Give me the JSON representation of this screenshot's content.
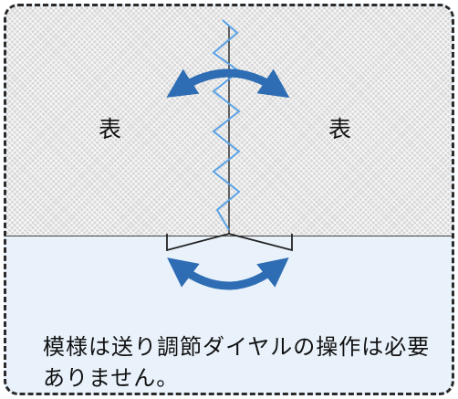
{
  "labels": {
    "left": "表",
    "right": "表"
  },
  "note": "模様は送り調節ダイヤルの操作は必要ありません。",
  "colors": {
    "arrow": "#2e6db4",
    "stitch": "#5aa2e6",
    "panel": "#e9f2fb",
    "fabric": "#d8d8d8"
  },
  "icons": [
    "rotate-arrow-icon",
    "zigzag-stitch-icon"
  ]
}
